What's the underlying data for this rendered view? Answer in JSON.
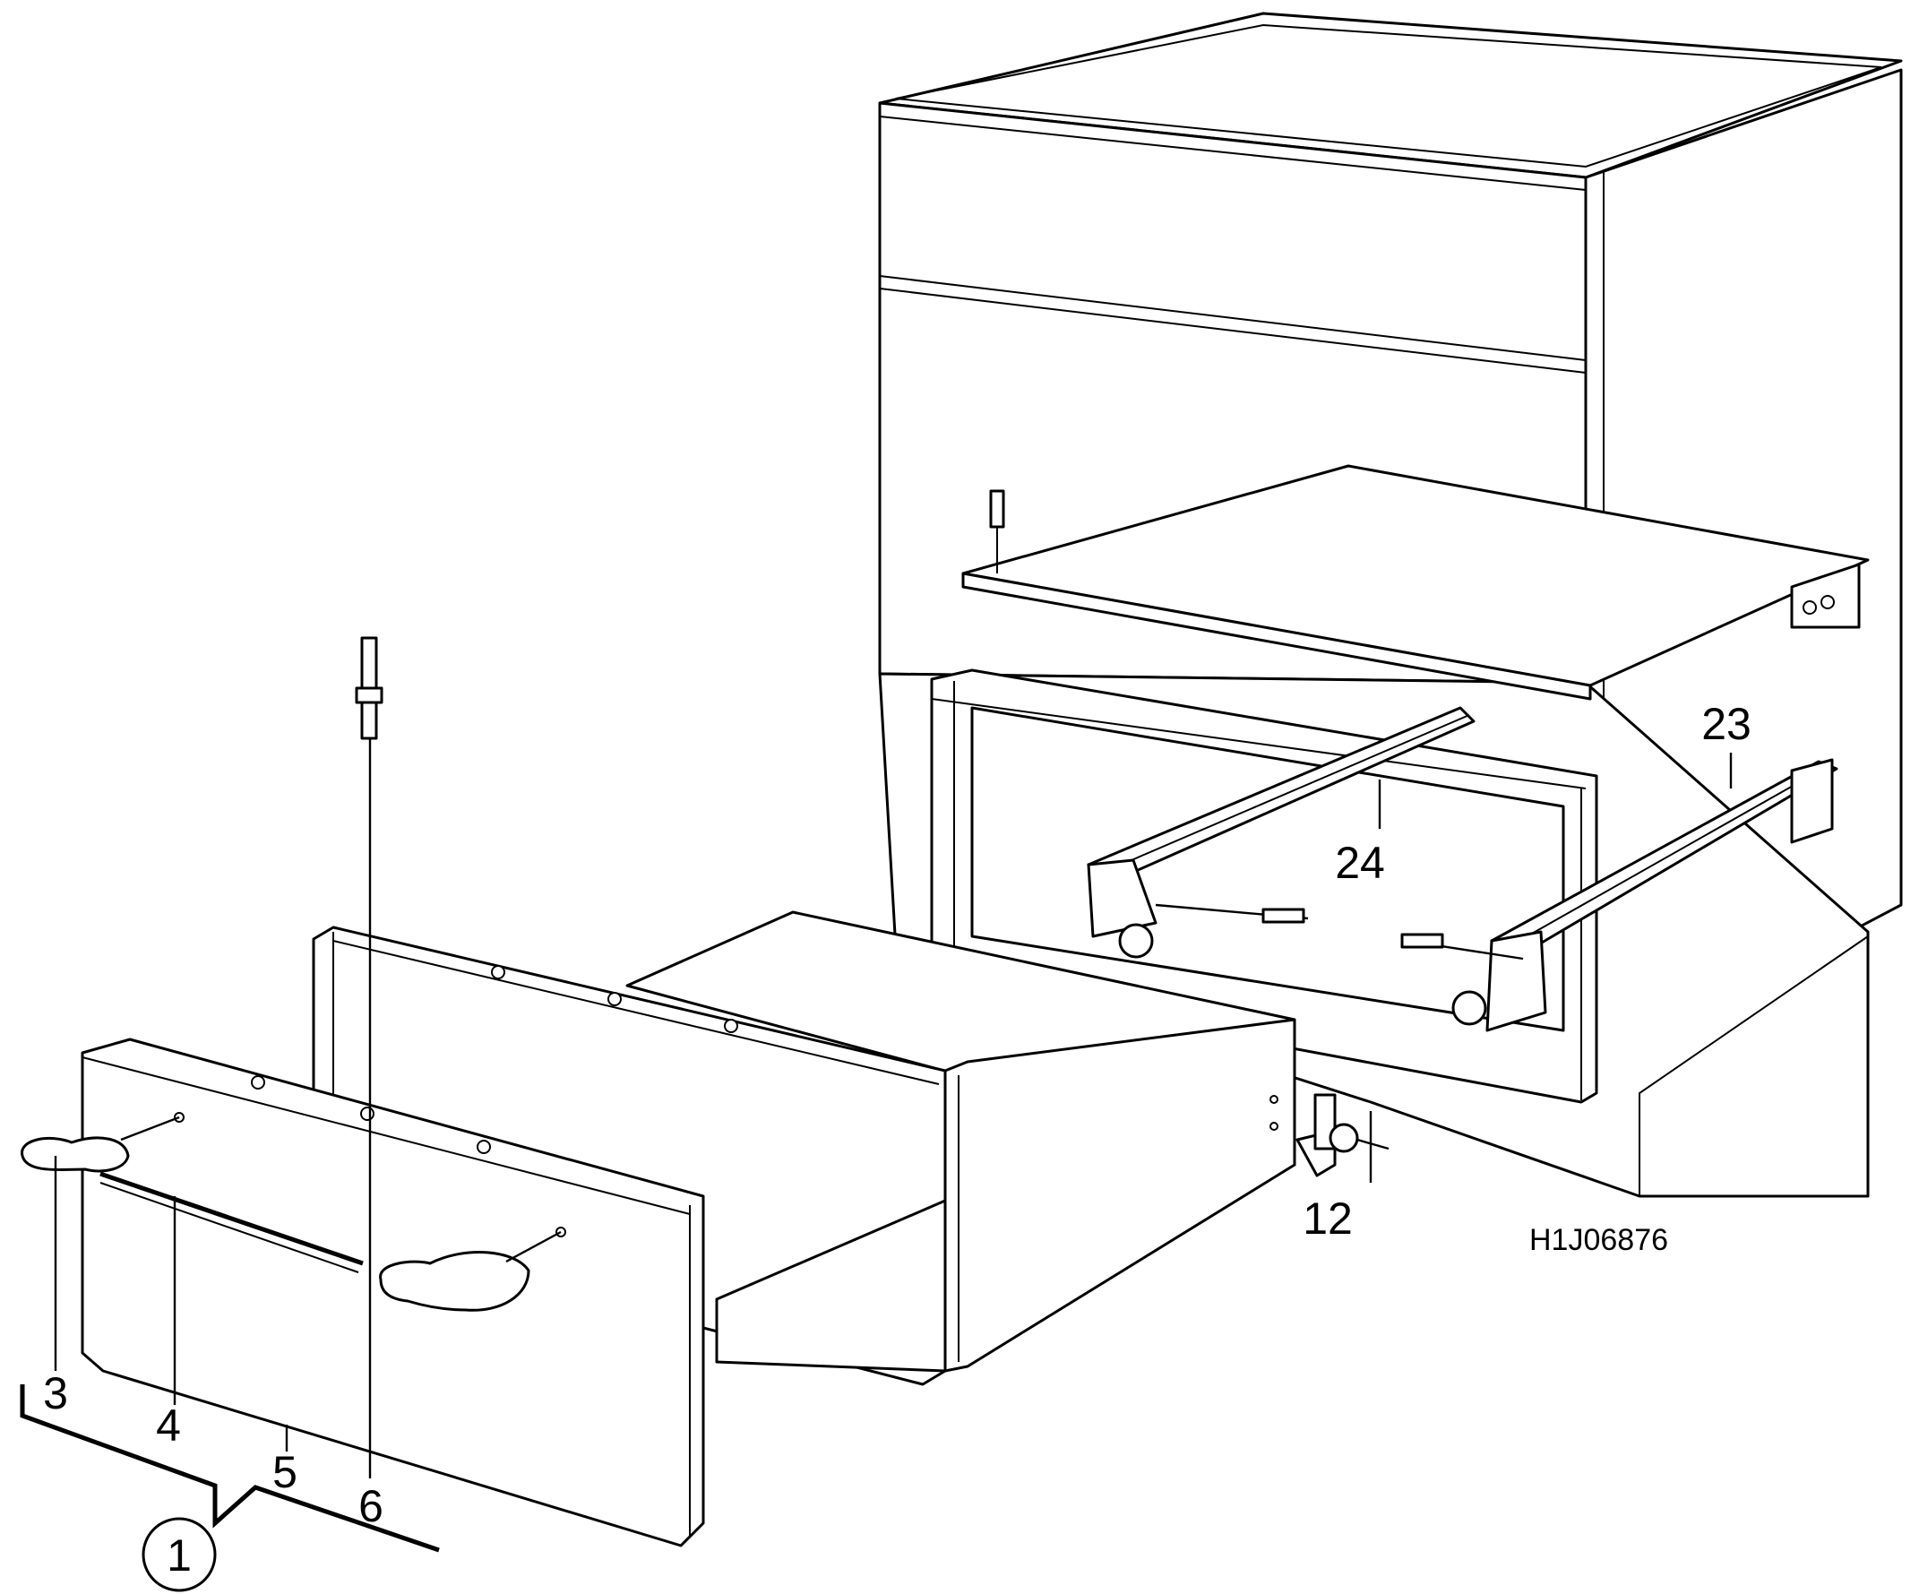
{
  "drawing_code": "H1J06876",
  "callouts": {
    "c1": "1",
    "c3": "3",
    "c4": "4",
    "c5": "5",
    "c6": "6",
    "c12": "12",
    "c23": "23",
    "c24": "24"
  },
  "colors": {
    "line": "#000000",
    "background": "#ffffff"
  }
}
